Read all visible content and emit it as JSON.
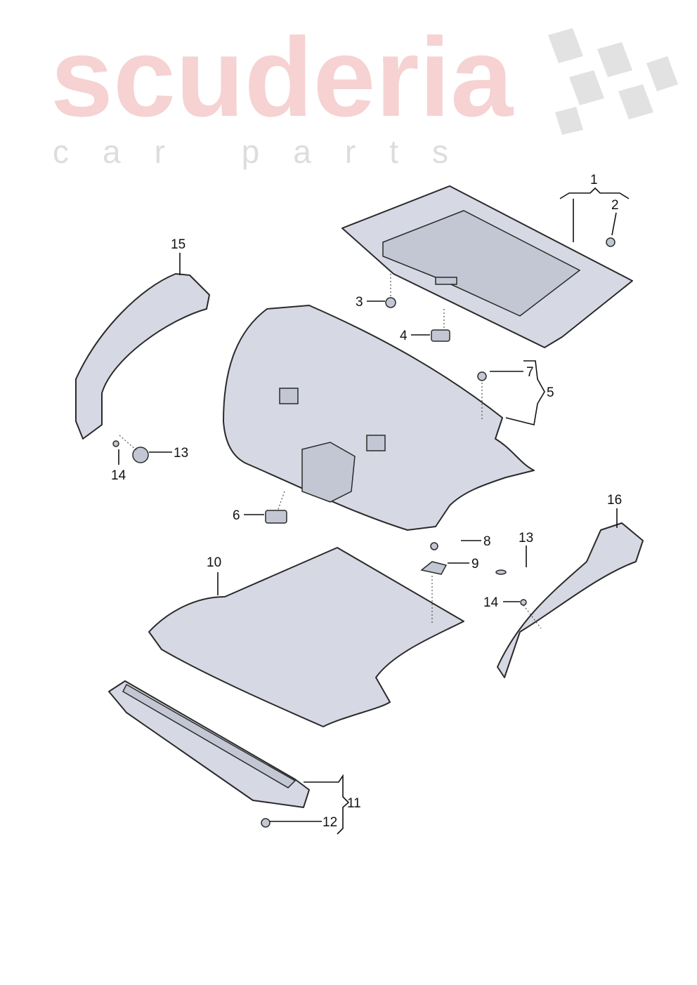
{
  "watermark": {
    "brand": "scuderia",
    "sub": "car parts",
    "color": "#f2b9b9"
  },
  "callouts": {
    "c1": "1",
    "c2": "2",
    "c3": "3",
    "c4": "4",
    "c5": "5",
    "c6": "6",
    "c7": "7",
    "c8": "8",
    "c9": "9",
    "c10": "10",
    "c11": "11",
    "c12": "12",
    "c13a": "13",
    "c13b": "13",
    "c14a": "14",
    "c14b": "14",
    "c15": "15",
    "c16": "16"
  },
  "colors": {
    "part_fill": "#d6d9e4",
    "outline": "#2a2a2a"
  }
}
